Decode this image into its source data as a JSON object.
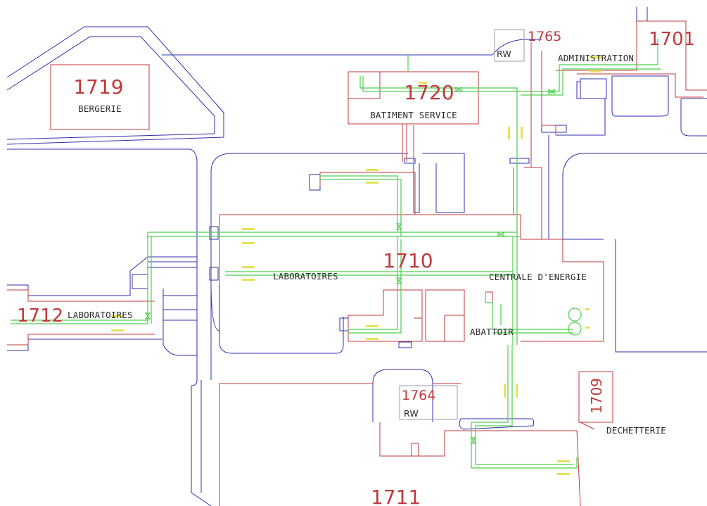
{
  "colors": {
    "roads": "#2f2fb0",
    "buildings": "#c0393b",
    "network": "#4ccf4c",
    "annotations": "#d9d230",
    "text": "#2a2a2a"
  },
  "buildings": {
    "b1719": {
      "number": "1719",
      "name": "BERGERIE"
    },
    "b1720": {
      "number": "1720",
      "name": "BATIMENT SERVICE"
    },
    "b1765": {
      "number": "1765",
      "name": "RW"
    },
    "b1701": {
      "number": "1701",
      "name": "ADMINISTRATION"
    },
    "b1710": {
      "number": "1710",
      "name": "LABORATOIRES"
    },
    "centrale": {
      "name": "CENTRALE D'ENERGIE"
    },
    "abattoir": {
      "name": "ABATTOIR"
    },
    "b1712": {
      "number": "1712",
      "name": "LABORATOIRES"
    },
    "b1764": {
      "number": "1764",
      "name": "RW"
    },
    "b1709": {
      "number": "1709",
      "name": "DECHETTERIE"
    },
    "b1711": {
      "number": "1711"
    }
  }
}
